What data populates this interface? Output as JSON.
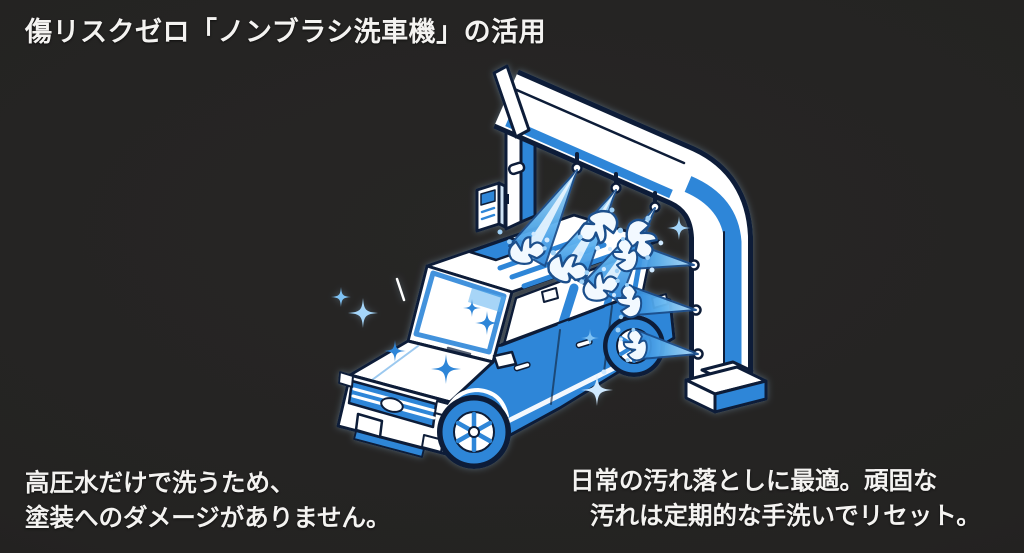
{
  "title": {
    "text": "傷リスクゼロ「ノンブラシ洗車機」の活用"
  },
  "captions": {
    "left": {
      "line1": "高圧水だけで洗うため、",
      "line2": "塗装へのダメージがありません。"
    },
    "right": {
      "line1": "日常の汚れ落としに最適。頑固な",
      "line2": "汚れは定期的な手洗いでリセット。"
    }
  },
  "illustration": {
    "name": "non-brush-touchless-car-wash",
    "icons": [
      "car-wash-gantry-icon",
      "suv-car-icon",
      "water-jet-icon",
      "splash-icon",
      "sparkle-icon",
      "control-panel-icon"
    ]
  },
  "colors": {
    "bg": "#232221",
    "text": "#f4f3f1",
    "blue": "#2e86d8",
    "blue-light": "#6ab5f0",
    "blue-pale": "#b8e2ff",
    "outline": "#0e1f38",
    "white": "#ffffff"
  }
}
